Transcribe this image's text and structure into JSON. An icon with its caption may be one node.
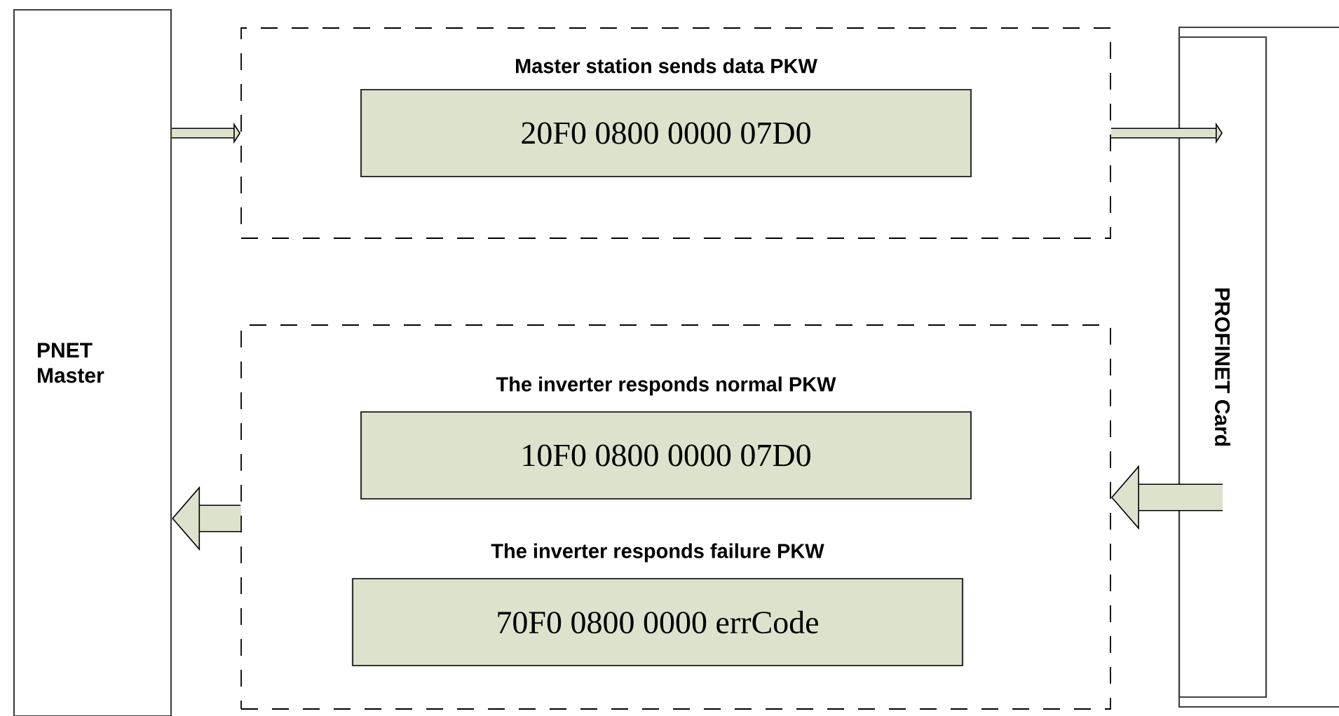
{
  "diagram": {
    "nodes": [
      {
        "text": [
          "PNET Master"
        ]
      },
      {
        "text": [],
        "shape": "box"
      },
      {
        "text": [
          "Master station sends data PKW",
          "20F0 0800 0000 07D0"
        ],
        "in": 1
      },
      {
        "text": [],
        "shape": "box"
      },
      {
        "text": [
          "The inverter responds normal PKW",
          "10F0 0800 0000 07D0"
        ],
        "in": 3
      },
      {
        "text": [
          "The inverter responds failure PKW",
          "70F0 0800 0000 errCode"
        ],
        "in": 3
      },
      {
        "text": [],
        "shape": "box"
      },
      {
        "text": [
          "PROFINET Card"
        ],
        "in": 6
      }
    ],
    "edges": [
      {
        "from": 0,
        "to": 1,
        "arrow": "to"
      },
      {
        "from": 1,
        "to": 7,
        "arrow": "to"
      },
      {
        "from": 7,
        "to": 3,
        "arrow": "to",
        "style": "thick"
      },
      {
        "from": 3,
        "to": 0,
        "arrow": "to",
        "style": "thick"
      }
    ]
  }
}
